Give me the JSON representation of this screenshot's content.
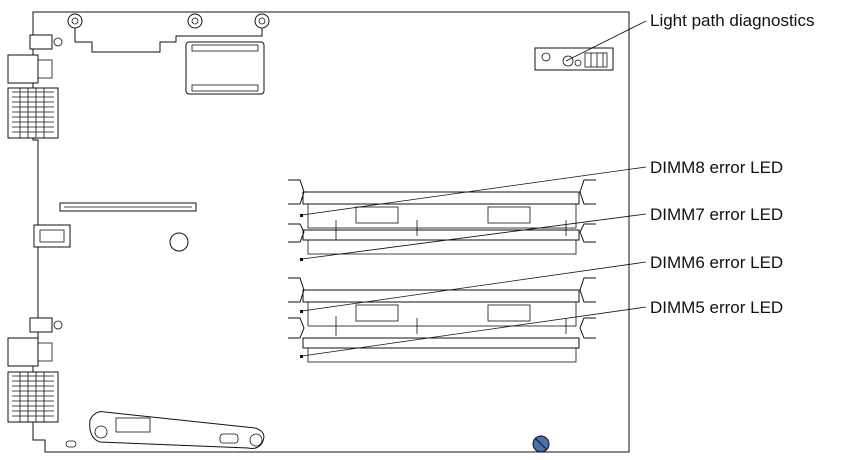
{
  "callouts": {
    "light_path": "Light path diagnostics",
    "dimm8": "DIMM8 error LED",
    "dimm7": "DIMM7 error LED",
    "dimm6": "DIMM6 error LED",
    "dimm5": "DIMM5 error LED"
  },
  "colors": {
    "line": "#111111",
    "background": "#ffffff",
    "thumbscrew": "#4a6fb0"
  }
}
